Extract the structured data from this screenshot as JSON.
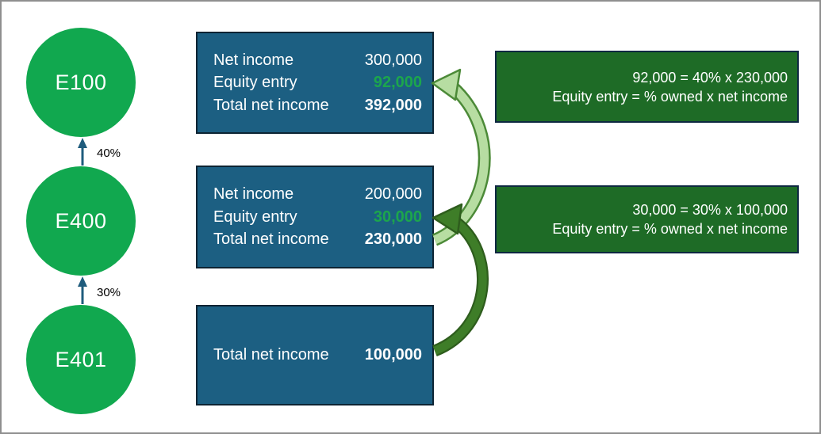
{
  "page": {
    "background": "#ffffff",
    "border_color": "#8f8f8f",
    "description": "Equity method of accounting diagram: ownership chain E401 -> E400 -> E100 with net income roll-up"
  },
  "org_chart": {
    "node_color": "#11A84F",
    "arrow_color": "#1F5C7D",
    "nodes": [
      {
        "id": "E100",
        "label": "E100"
      },
      {
        "id": "E400",
        "label": "E400"
      },
      {
        "id": "E401",
        "label": "E401"
      }
    ],
    "ownership_links": [
      {
        "from": "E400",
        "to": "E100",
        "label": "40%"
      },
      {
        "from": "E401",
        "to": "E400",
        "label": "30%"
      }
    ]
  },
  "income_boxes": [
    {
      "entity": "E100",
      "fill": "#1C5F82",
      "rows": [
        {
          "label": "Net income",
          "value": "300,000",
          "style": "regular"
        },
        {
          "label": "Equity entry",
          "value": "92,000",
          "style": "equity"
        },
        {
          "label": "Total net income",
          "value": "392,000",
          "style": "total"
        }
      ]
    },
    {
      "entity": "E400",
      "fill": "#1C5F82",
      "rows": [
        {
          "label": "Net income",
          "value": "200,000",
          "style": "regular"
        },
        {
          "label": "Equity entry",
          "value": "30,000",
          "style": "equity"
        },
        {
          "label": "Total net income",
          "value": "230,000",
          "style": "total"
        }
      ]
    },
    {
      "entity": "E401",
      "fill": "#1C5F82",
      "rows": [
        {
          "label": "Total net income",
          "value": "100,000",
          "style": "total"
        }
      ]
    }
  ],
  "callouts": [
    {
      "fill": "#1E6B26",
      "lines": [
        "92,000 = 40% x 230,000",
        "Equity entry = % owned x net income"
      ]
    },
    {
      "fill": "#1E6B26",
      "lines": [
        "30,000 = 30% x 100,000",
        "Equity entry = % owned x net income"
      ]
    }
  ],
  "flow_arrows": [
    {
      "from": "E400 total net income 230,000",
      "to": "E100 equity entry 92,000",
      "fill": "#B7DDA2",
      "outline": "#4C8A38"
    },
    {
      "from": "E401 total net income 100,000",
      "to": "E400 equity entry 30,000",
      "fill": "#3E7D28",
      "outline": "#2E5D1D"
    }
  ],
  "colors": {
    "equity_value_text": "#1CA64C",
    "blue_box_border": "#0D2433",
    "green_box_border": "#0E2841"
  }
}
